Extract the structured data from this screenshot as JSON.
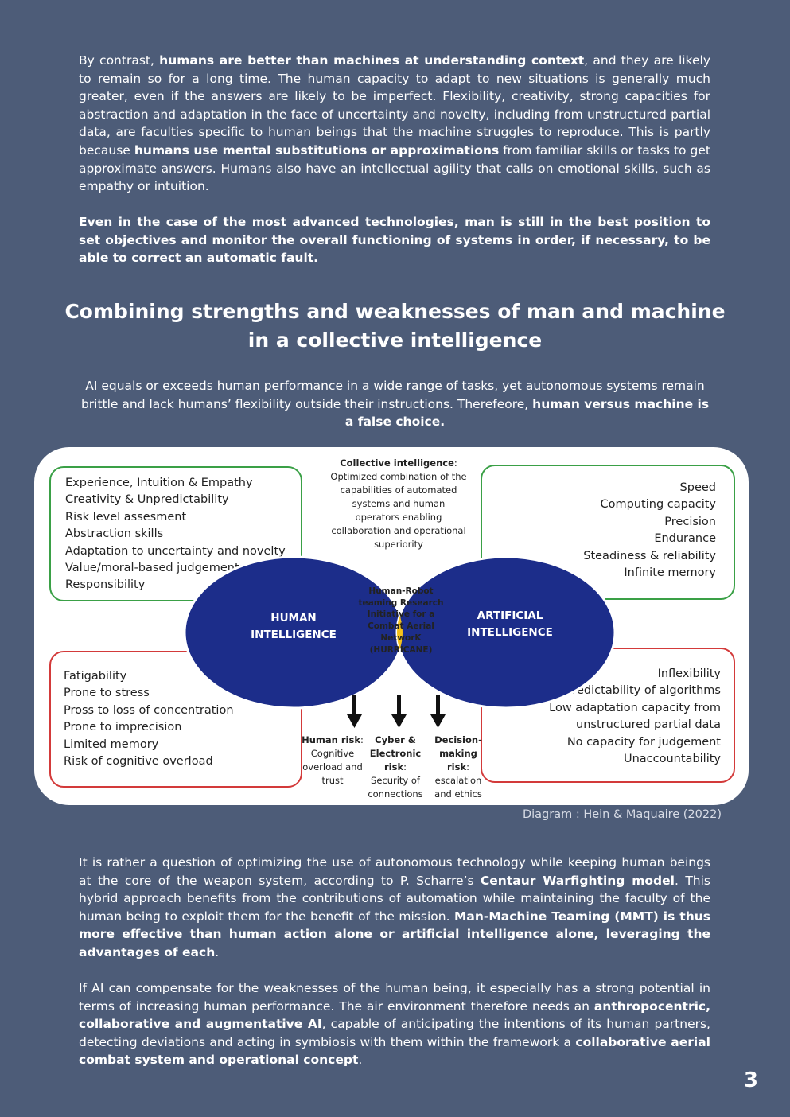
{
  "p1": {
    "t1": "By contrast, ",
    "b1": "humans are better than machines at understanding context",
    "t2": ", and they are likely to remain so for a long time. The human capacity to adapt to new situations is generally much greater, even if the answers are likely to be imperfect. Flexibility, creativity, strong capacities for abstraction and adaptation in the face of uncertainty and novelty, including from unstructured partial data, are faculties specific to human beings that the machine struggles to reproduce. This is partly because ",
    "b2": "humans use mental substitutions or approximations",
    "t3": " from familiar skills or tasks to get approximate answers. Humans also have an intellectual agility that calls on emotional skills, such as empathy or intuition."
  },
  "p2": "Even in the case of the most advanced technologies, man is still in the best position to set objectives and monitor the overall functioning of systems in order, if necessary, to be able to correct an automatic fault.",
  "heading": {
    "line1": "Combining strengths and weaknesses of man and machine",
    "line2": "in a collective intelligence"
  },
  "intro": {
    "t1": "AI equals or exceeds human performance in a wide range of tasks, yet autonomous systems remain brittle and lack humans’ flexibility outside their instructions. Therefeore, ",
    "b1": "human versus machine is a false choice."
  },
  "diagram": {
    "caption_title": "Collective intelligence",
    "caption_colon": ":",
    "caption_text": "Optimized combination of the capabilities of automated systems and human operators enabling collaboration and operational superiority",
    "human_strengths": [
      "Experience, Intuition & Empathy",
      "Creativity & Unpredictability",
      "Risk level assesment",
      "Abstraction skills",
      "Adaptation to uncertainty and novelty",
      "Value/moral-based judgements",
      "Responsibility"
    ],
    "machine_strengths": [
      "Speed",
      "Computing capacity",
      "Precision",
      "Endurance",
      "Steadiness & reliability",
      "Infinite memory"
    ],
    "human_weaknesses": [
      "Fatigability",
      "Prone to stress",
      "Pross to loss of concentration",
      "Prone to imprecision",
      "Limited memory",
      "Risk of cognitive overload"
    ],
    "machine_weaknesses": [
      "Inflexibility",
      "Predictability of algorithms",
      "Low adaptation capacity from",
      "unstructured partial data",
      "No capacity for judgement",
      "Unaccountability"
    ],
    "human_label_1": "HUMAN",
    "human_label_2": "INTELLIGENCE",
    "ai_label_1": "ARTIFICIAL",
    "ai_label_2": "INTELLIGENCE",
    "hurricane": [
      "Human-Robot",
      "teaming Research",
      "Initiative for a",
      "Combat Aerial",
      "NetworK",
      "(HURRICANE)"
    ],
    "risks": [
      {
        "title": "Human risk",
        "colon": ":",
        "text": "Cognitive overload and trust"
      },
      {
        "title": "Cyber & Electronic risk",
        "colon": ":",
        "text": "Security of connections"
      },
      {
        "title": "Decision-making risk",
        "colon": ":",
        "text": "escalation and ethics"
      }
    ],
    "colors": {
      "green": "#3aa046",
      "red": "#d33a3a",
      "navy": "#1c2d8a",
      "gold": "#f6c21a"
    }
  },
  "credit": "Diagram : Hein & Maquaire (2022)",
  "p3": {
    "t1": "It is rather a question of optimizing the use of autonomous technology while keeping human beings at the core of the weapon system, according to P. Scharre’s ",
    "b1": "Centaur Warfighting model",
    "t2": ". This hybrid approach benefits from the contributions of automation while maintaining the faculty of the human being to exploit them for the benefit of the mission. ",
    "b2": "Man-Machine Teaming (MMT) is thus more effective than human action alone or artificial intelligence alone, leveraging the advantages of each",
    "t3": "."
  },
  "p4": {
    "t1": "If AI can compensate for the weaknesses of the human being, it especially has a strong potential in terms of increasing human performance. The air environment therefore needs an ",
    "b1": "anthropocentric, collaborative and augmentative AI",
    "t2": ", capable of anticipating the intentions of its human partners, detecting deviations and acting in symbiosis with them within the framework a ",
    "b2": "collaborative aerial combat system and operational concept",
    "t3": "."
  },
  "page_number": "3"
}
